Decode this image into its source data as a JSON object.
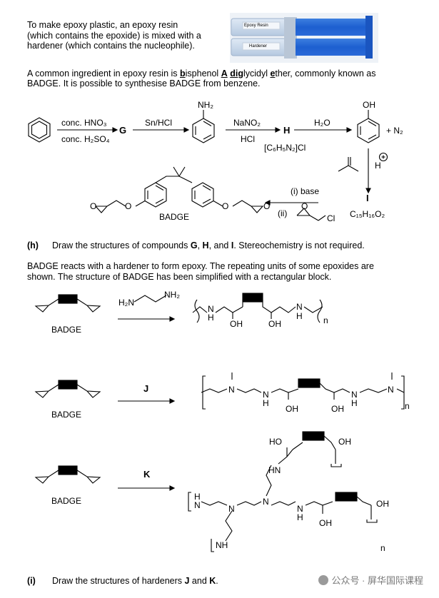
{
  "intro": {
    "line1": "To make epoxy plastic, an epoxy resin",
    "line2": "(which contains the epoxide) is mixed with a",
    "line3": "hardener (which contains the nucleophile).",
    "syringe_label_top": "Epoxy Resin",
    "syringe_label_bottom": "Hardener"
  },
  "badge_intro": {
    "line1_pre": "A common ingredient in epoxy resin is ",
    "b": "b",
    "isphenol": "isphenol ",
    "a": "A",
    "space_di": " ",
    "di": "di",
    "g": "g",
    "lycidyl": "lycidyl ",
    "e": "e",
    "ther": "ther, commonly known as",
    "line2": "BADGE. It is possible to synthesise BADGE from benzene."
  },
  "scheme": {
    "reagent1_top": "conc. HNO₃",
    "reagent1_bottom": "conc. H₂SO₄",
    "G": "G",
    "reagent2": "Sn/HCl",
    "NH2": "NH₂",
    "reagent3_top": "NaNO₂",
    "reagent3_bottom": "HCl",
    "H": "H",
    "H_formula": "[C₆H₅N₂]Cl",
    "reagent4": "H₂O",
    "OH": "OH",
    "N2": "+ N₂",
    "Hplus": "H",
    "I": "I",
    "I_formula": "C₁₅H₁₆O₂",
    "step_i": "(i) base",
    "step_ii": "(ii)",
    "Cl": "Cl",
    "badge_label": "BADGE"
  },
  "question_h": {
    "num": "(h)",
    "pre": "Draw the structures of compounds ",
    "G": "G",
    "c1": ", ",
    "H": "H",
    "c2": ", and ",
    "I": "I",
    "post": ". Stereochemistry is not required."
  },
  "hardener_intro": {
    "line1": "BADGE reacts with a hardener to form epoxy. The repeating units of some epoxides are",
    "line2": "shown. The structure of BADGE has been simplified with a rectangular block."
  },
  "reactions": {
    "badge1": "BADGE",
    "H2N": "H₂N",
    "NH2": "NH₂",
    "N": "N",
    "H": "H",
    "OH": "OH",
    "n": "n",
    "badge2": "BADGE",
    "J": "J",
    "badge3": "BADGE",
    "K": "K",
    "HO": "HO",
    "HN": "HN",
    "NH": "NH"
  },
  "question_i": {
    "num": "(i)",
    "pre": "Draw the structures of hardeners ",
    "J": "J",
    "and": " and ",
    "K": "K",
    "post": "."
  },
  "watermark": "公众号 · 屏华国际课程"
}
